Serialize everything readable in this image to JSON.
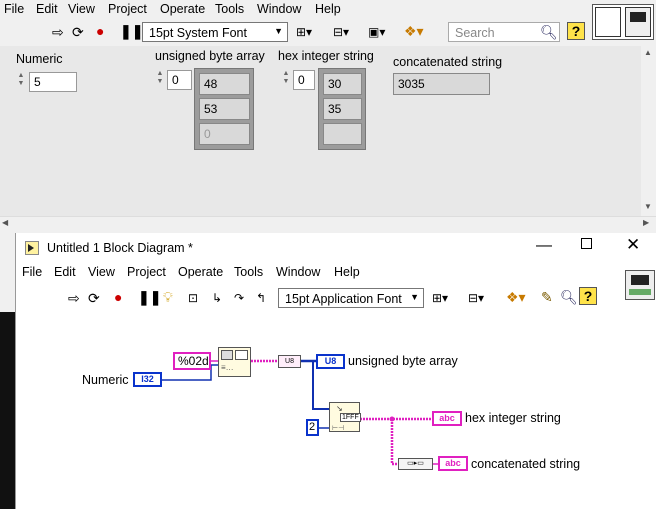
{
  "front_panel": {
    "menu": [
      "File",
      "Edit",
      "View",
      "Project",
      "Operate",
      "Tools",
      "Window",
      "Help"
    ],
    "font_dropdown": "15pt System Font",
    "search_placeholder": "Search",
    "controls": {
      "numeric": {
        "label": "Numeric",
        "value": "5"
      },
      "unsigned_byte_array": {
        "label": "unsigned byte array",
        "index": "0",
        "values": [
          "48",
          "53",
          "0"
        ]
      },
      "hex_integer_string": {
        "label": "hex integer string",
        "index": "0",
        "values": [
          "30",
          "35",
          ""
        ]
      },
      "concatenated_string": {
        "label": "concatenated string",
        "value": "3035"
      }
    }
  },
  "block_diagram": {
    "title": "Untitled 1 Block Diagram *",
    "menu": [
      "File",
      "Edit",
      "View",
      "Project",
      "Operate",
      "Tools",
      "Window",
      "Help"
    ],
    "font_dropdown": "15pt Application Font",
    "nodes": {
      "format_string": "%02d",
      "numeric_terminal": "Numeric",
      "numeric_type": "I32",
      "u8_indicator": "unsigned byte array",
      "u8_type": "U8",
      "u8_convert": "U8",
      "width_constant": "2",
      "hex_node": "1FFF",
      "hex_indicator": "hex integer string",
      "concat_indicator": "concatenated string",
      "abc_type": "abc"
    }
  },
  "colors": {
    "string_wire": "#e020c0",
    "numeric_wire": "#1030b0",
    "int_terminal": "#0a33cc"
  }
}
